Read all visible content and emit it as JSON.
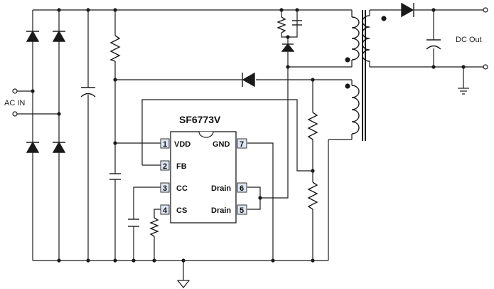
{
  "ic": {
    "part_number": "SF6773V",
    "pins": [
      {
        "num": "1",
        "name": "VDD"
      },
      {
        "num": "2",
        "name": "FB"
      },
      {
        "num": "3",
        "name": "CC"
      },
      {
        "num": "4",
        "name": "CS"
      },
      {
        "num": "7",
        "name": "GND"
      },
      {
        "num": "6",
        "name": "Drain"
      },
      {
        "num": "5",
        "name": "Drain"
      }
    ]
  },
  "labels": {
    "input": "AC IN",
    "output": "DC Out"
  },
  "colors": {
    "wire": "#1a1a1a",
    "pin_box_fill": "#dde6f2",
    "pin_box_stroke": "#333333"
  }
}
